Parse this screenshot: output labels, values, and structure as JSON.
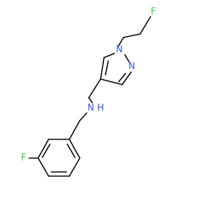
{
  "molecule": {
    "atoms": {
      "f_alkyl": {
        "symbol": "F",
        "color": "#33cc33"
      },
      "n1_pyrazole": {
        "symbol": "N",
        "color": "#3050f8"
      },
      "n2_pyrazole": {
        "symbol": "N",
        "color": "#3050f8"
      },
      "amine_n": {
        "symbol": "N",
        "color": "#3050f8"
      },
      "amine_h": {
        "symbol": "H",
        "color": "#3050f8"
      },
      "f_aryl": {
        "symbol": "F",
        "color": "#33cc33"
      }
    },
    "bond_color": "#000000"
  }
}
